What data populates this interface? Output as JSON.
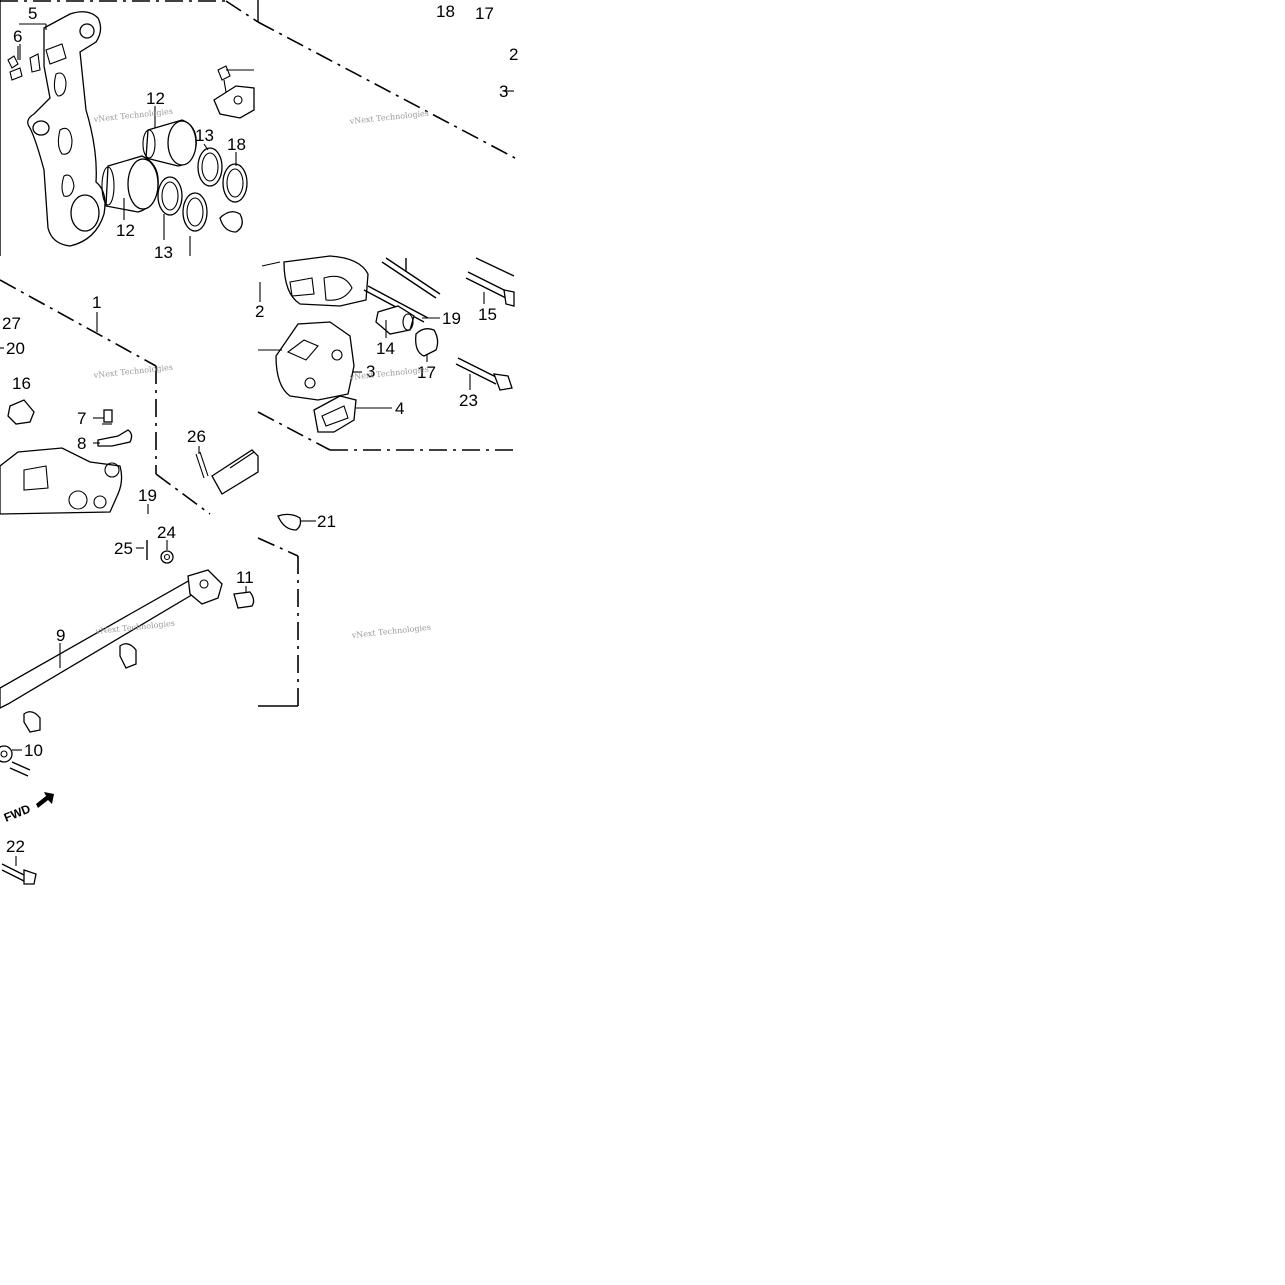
{
  "callouts": {
    "c1": "1",
    "c2a": "2",
    "c2b": "2",
    "c3a": "3",
    "c3b": "3",
    "c4": "4",
    "c5": "5",
    "c6": "6",
    "c7": "7",
    "c8": "8",
    "c9": "9",
    "c10": "10",
    "c11": "11",
    "c12a": "12",
    "c12b": "12",
    "c13a": "13",
    "c13b": "13",
    "c14": "14",
    "c15": "15",
    "c16": "16",
    "c17a": "17",
    "c17b": "17",
    "c18a": "18",
    "c18b": "18",
    "c19a": "19",
    "c19b": "19",
    "c20": "20",
    "c21": "21",
    "c22": "22",
    "c23": "23",
    "c24": "24",
    "c25": "25",
    "c26": "26",
    "c27": "27"
  },
  "direction_marker": "FWD",
  "watermark": "vNext Technologies"
}
